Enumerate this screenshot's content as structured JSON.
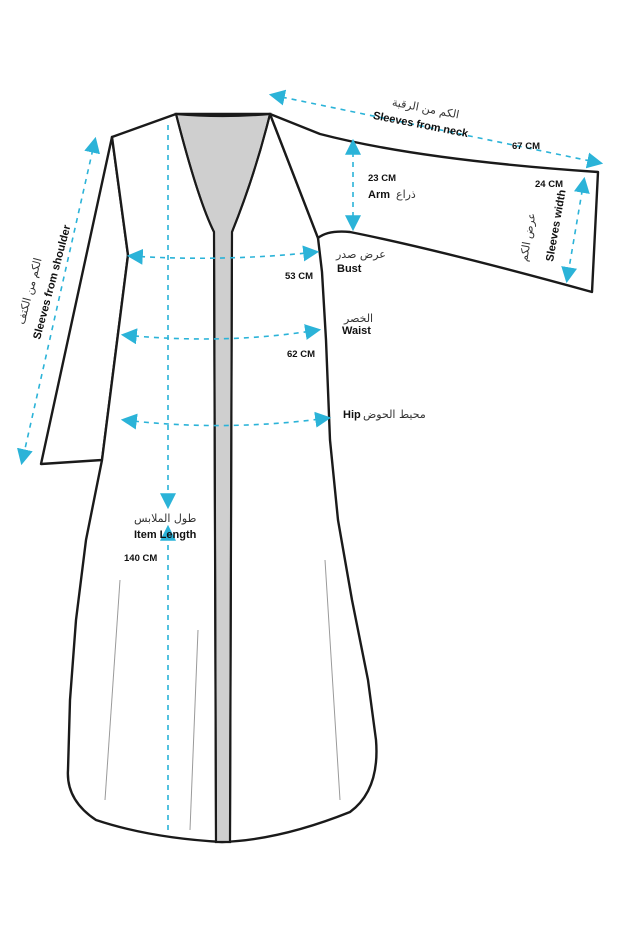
{
  "colors": {
    "accent": "#2bb3d8",
    "outline": "#1a1a1a",
    "lining": "#cfcfcf"
  },
  "measurements": {
    "sleeves_from_neck": {
      "label_en": "Sleeves from neck",
      "label_ar": "الكم من الرقبة",
      "value": "67 CM"
    },
    "arm": {
      "label_en": "Arm",
      "label_ar": "ذراع",
      "value": "23 CM"
    },
    "sleeves_width": {
      "label_en": "Sleeves width",
      "label_ar": "عرض الكم",
      "value": "24 CM"
    },
    "sleeves_from_shoulder": {
      "label_en": "Sleeves from shoulder",
      "label_ar": "الكم من الكتف"
    },
    "bust": {
      "label_en": "Bust",
      "label_ar": "عرض صدر",
      "value": "53 CM"
    },
    "waist": {
      "label_en": "Waist",
      "label_ar": "الخصر",
      "value": "62 CM"
    },
    "hip": {
      "label_en": "Hip",
      "label_ar": "محيط الحوض"
    },
    "item_length": {
      "label_en": "Item Length",
      "label_ar": "طول الملابس",
      "value": "140 CM"
    }
  }
}
